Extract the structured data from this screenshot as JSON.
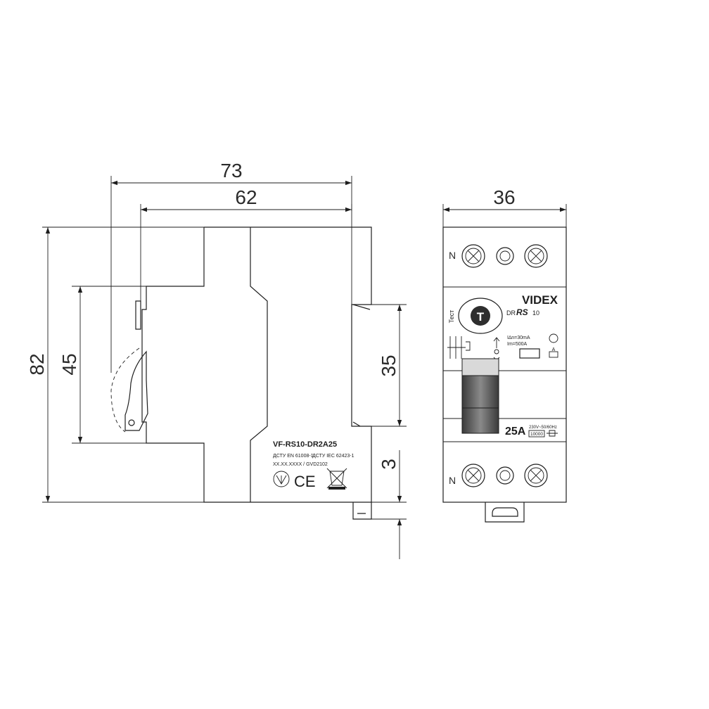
{
  "dimensions": {
    "side_width_total": "73",
    "side_width_body": "62",
    "height_total": "82",
    "height_front": "45",
    "rail_height": "35",
    "rail_offset": "3",
    "front_width": "36"
  },
  "side_label": {
    "model": "VF-RS10-DR2A25",
    "standard_1": "ДСТУ EN 61008-1",
    "standard_2": "ДСТУ IEC 62423-1",
    "code": "XX.XX.XXXX / GVD2102",
    "ce_mark": "CE"
  },
  "front": {
    "terminal_label_top": "N",
    "terminal_label_bottom": "N",
    "brand": "VIDEX",
    "series_prefix": "DR",
    "series_name": "RS",
    "series_suffix": "10",
    "test_label": "Тест",
    "test_button": "T",
    "rating_idn": "I∆n=30mA",
    "rating_im": "Im=500A",
    "type_label": "A",
    "current": "25A",
    "voltage": "230V~50/60Hz",
    "breaking_capacity": "10000"
  },
  "colors": {
    "line": "#1e1e1e",
    "test_button_fill": "#c9c9c9",
    "toggle_dark": "#4a4a4a",
    "toggle_light": "#d9d9d9"
  }
}
